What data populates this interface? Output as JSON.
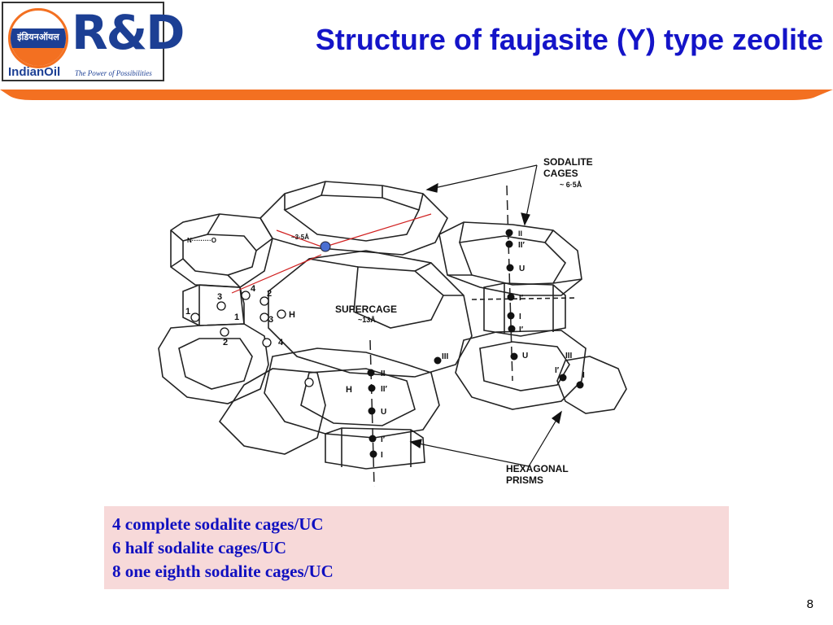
{
  "logo": {
    "emblem_text": "इंडियनऑयल",
    "rd": "R&D",
    "name": "IndianOil",
    "tagline": "The Power of Possibilities"
  },
  "title": "Structure of faujasite (Y) type zeolite",
  "diagram": {
    "labels": {
      "sodalite_line1": "SODALITE",
      "sodalite_line2": "CAGES",
      "sodalite_size": "~ 6·5Å",
      "supercage": "SUPERCAGE",
      "supercage_size": "~13Å",
      "hex_line1": "HEXAGONAL",
      "hex_line2": "PRISMS",
      "top_dim": "~3·5Å",
      "n_label": "N·········O",
      "h_left": "H",
      "h_bottom": "H"
    },
    "site_labels": [
      "3",
      "4",
      "2",
      "1",
      "1",
      "3",
      "2",
      "4"
    ],
    "cation_sites_right": [
      "II",
      "II′",
      "U",
      "I′",
      "I",
      "I′",
      "U"
    ],
    "cation_sites_bottom": [
      "II",
      "II′",
      "U",
      "I′",
      "I"
    ],
    "cation_sites_misc": [
      "III",
      "III",
      "I′",
      "I"
    ]
  },
  "info": {
    "lines": [
      "4 complete sodalite cages/UC",
      "6 half sodalite cages/UC",
      "8 one eighth sodalite cages/UC"
    ]
  },
  "page_number": "8",
  "colors": {
    "title": "#1414c8",
    "accent_orange": "#f37021",
    "logo_blue": "#1c3f94",
    "info_bg": "#f7d9d9",
    "info_text": "#1010c0"
  }
}
